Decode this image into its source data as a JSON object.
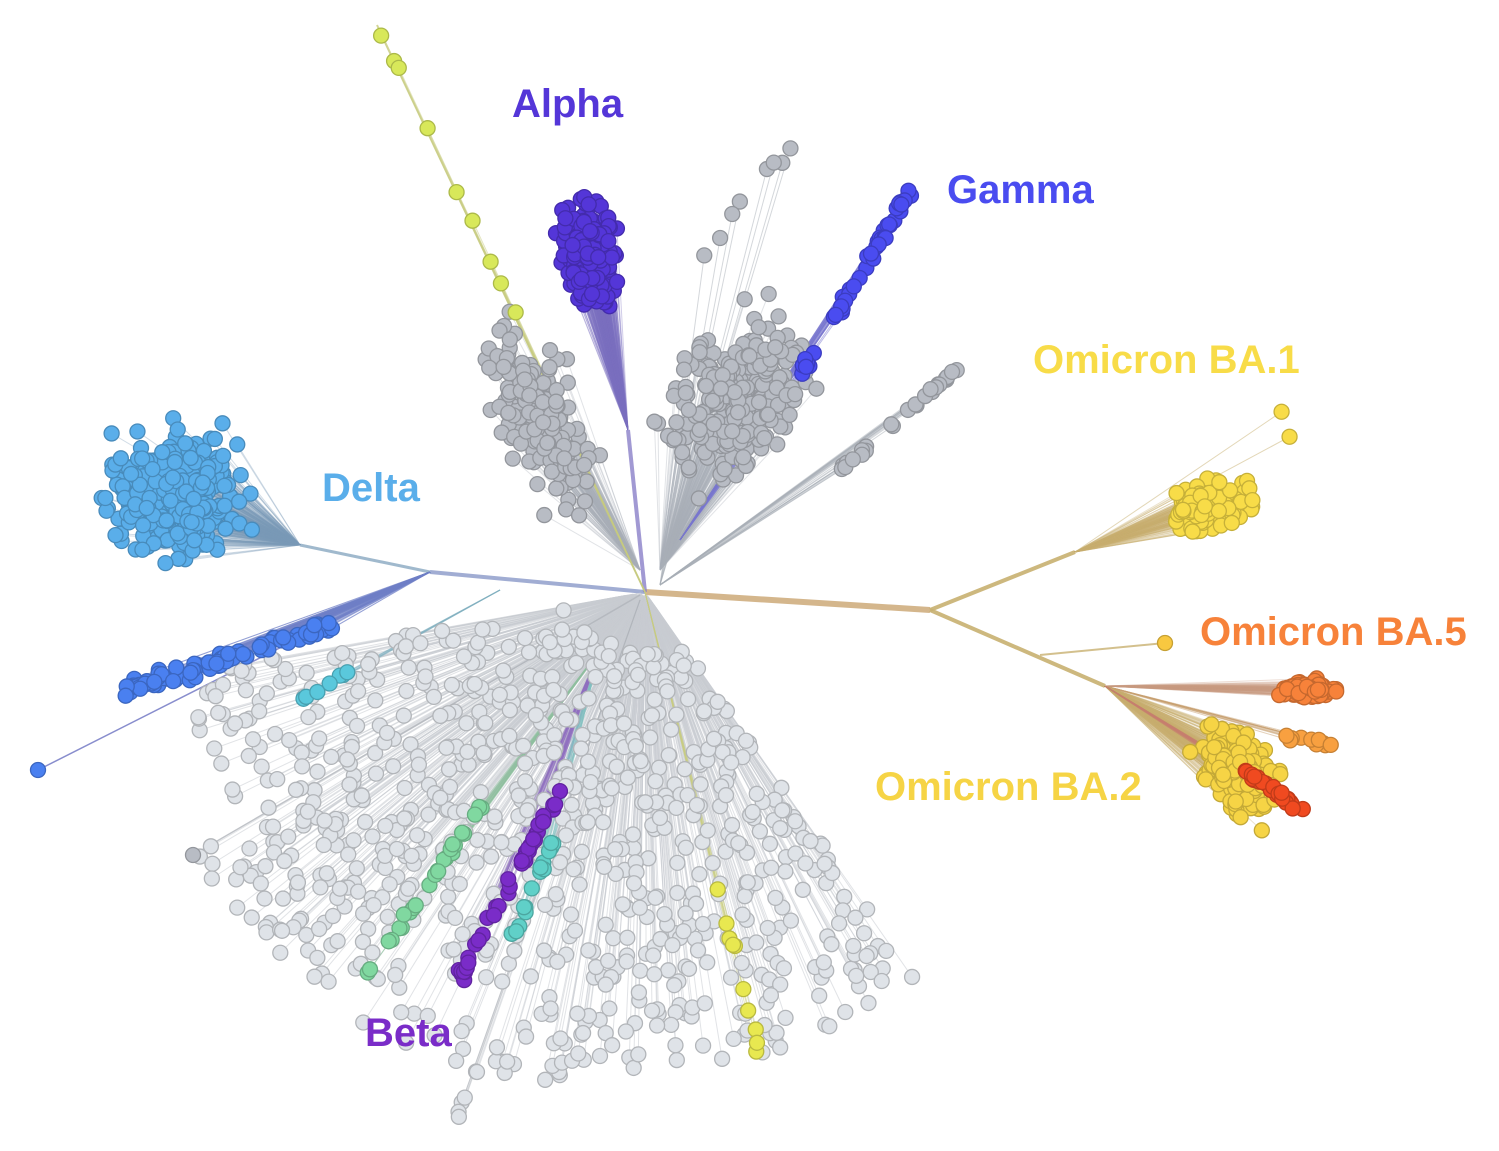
{
  "title": "SARS-CoV-2 variant phylogeny",
  "clades": [
    {
      "id": "alpha",
      "label": "Alpha",
      "color": "#5436d8"
    },
    {
      "id": "gamma",
      "label": "Gamma",
      "color": "#4a4cf0"
    },
    {
      "id": "delta",
      "label": "Delta",
      "color": "#5aaeea"
    },
    {
      "id": "beta",
      "label": "Beta",
      "color": "#7a2cc8"
    },
    {
      "id": "ba1",
      "label": "Omicron BA.1",
      "color": "#f8dc48"
    },
    {
      "id": "ba5",
      "label": "Omicron BA.5",
      "color": "#f7823a"
    },
    {
      "id": "ba2",
      "label": "Omicron BA.2",
      "color": "#f6d445"
    }
  ],
  "node_colors": {
    "grey_dark": "#b8bcc4",
    "grey_light": "#dfe3e8",
    "delta_blue": "#4a80f0",
    "yellow_green": "#d8e85a",
    "green": "#80d8a0",
    "teal": "#60d0c8",
    "cyan": "#5ac8dc",
    "red": "#f04a20",
    "orange_light": "#f8a040"
  }
}
